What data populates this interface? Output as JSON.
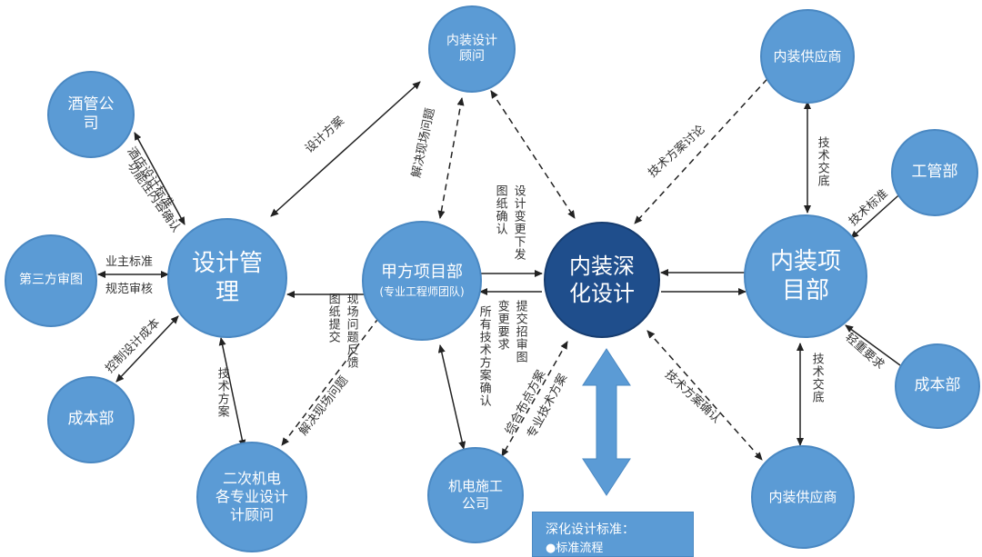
{
  "nodes": {
    "interior_consultant": "内装设计\n顾问",
    "interior_supplier_top": "内装供应商",
    "hotel_mgmt": "酒管公\n司",
    "engineering_dept": "工管部",
    "design_mgmt": "设计管\n理",
    "owner_project": "甲方项目部",
    "owner_project_sub": "(专业工程师团队)",
    "detail_design": "内装深\n化设计",
    "interior_project": "内装项\n目部",
    "third_party_review": "第三方审图",
    "cost_dept_left": "成本部",
    "cost_dept_right": "成本部",
    "mep_consultant": "二次机电\n各专业设计\n计顾问",
    "mep_contractor": "机电施工\n公司",
    "interior_supplier_bottom": "内装供应商"
  },
  "labels": {
    "design_plan": "设计方案",
    "solve_site_issue_top": "解决现场问题",
    "drawing_confirm": "图纸确认",
    "design_change_issue": "设计变更下发",
    "tech_plan_discuss": "技术方案讨论",
    "tech_handover_top": "技术交底",
    "tech_standard": "技术标准",
    "function_confirm": "功能性内容确认",
    "hotel_standard": "酒店设计标准",
    "owner_standard": "业主标准",
    "code_review": "规范审核",
    "cost_control": "控制设计成本",
    "site_feedback": "现场问题反馈",
    "drawing_submit": "图纸提交",
    "tender_drawing": "提交招审图",
    "change_request": "变更要求",
    "all_tech_confirm": "所有技术方案确认",
    "tech_plan_left": "技术方案",
    "solve_site_issue_bottom": "解决现场问题",
    "point_layout": "综合布点方案",
    "specialty_tech": "专业技术方案",
    "tech_plan_confirm": "技术方案确认",
    "tech_handover_bottom": "技术交底",
    "light_request": "轻重要求"
  },
  "standard_box": {
    "title": "深化设计标准：",
    "item": "●标准流程"
  },
  "colors": {
    "node_fill": "#5b9bd5",
    "center_fill": "#1f4e8c",
    "arrow": "#222222",
    "big_arrow": "#5b9bd5"
  }
}
